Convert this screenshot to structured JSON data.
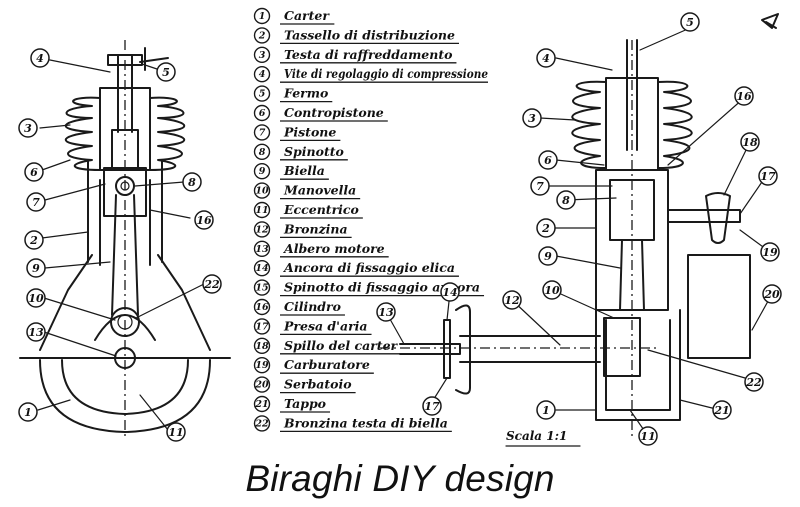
{
  "legend": [
    {
      "num": "1",
      "text": "Carter"
    },
    {
      "num": "2",
      "text": "Tassello di distribuzione"
    },
    {
      "num": "3",
      "text": "Testa di raffreddamento"
    },
    {
      "num": "4",
      "text": "Vite di regolaggio di compressione"
    },
    {
      "num": "5",
      "text": "Fermo"
    },
    {
      "num": "6",
      "text": "Contropistone"
    },
    {
      "num": "7",
      "text": "Pistone"
    },
    {
      "num": "8",
      "text": "Spinotto"
    },
    {
      "num": "9",
      "text": "Biella"
    },
    {
      "num": "10",
      "text": "Manovella"
    },
    {
      "num": "11",
      "text": "Eccentrico"
    },
    {
      "num": "12",
      "text": "Bronzina"
    },
    {
      "num": "13",
      "text": "Albero motore"
    },
    {
      "num": "14",
      "text": "Ancora di fissaggio elica"
    },
    {
      "num": "15",
      "text": "Spinotto di fissaggio ancora"
    },
    {
      "num": "16",
      "text": "Cilindro"
    },
    {
      "num": "17",
      "text": "Presa d'aria"
    },
    {
      "num": "18",
      "text": "Spillo del carter"
    },
    {
      "num": "19",
      "text": "Carburatore"
    },
    {
      "num": "20",
      "text": "Serbatoio"
    },
    {
      "num": "21",
      "text": "Tappo"
    },
    {
      "num": "22",
      "text": "Bronzina testa di biella"
    }
  ],
  "left_view_callouts": [
    "4",
    "5",
    "3",
    "6",
    "8",
    "7",
    "16",
    "2",
    "9",
    "10",
    "22",
    "13",
    "1",
    "11"
  ],
  "right_view_callouts": [
    "5",
    "4",
    "16",
    "3",
    "6",
    "18",
    "17",
    "7",
    "8",
    "2",
    "19",
    "9",
    "12",
    "10",
    "20",
    "14",
    "13",
    "22",
    "17",
    "1",
    "11",
    "21"
  ],
  "scale_label": "Scala 1:1",
  "caption": "Biraghi DIY design",
  "colors": {
    "ink": "#1a1a1a",
    "paper": "#ffffff"
  }
}
